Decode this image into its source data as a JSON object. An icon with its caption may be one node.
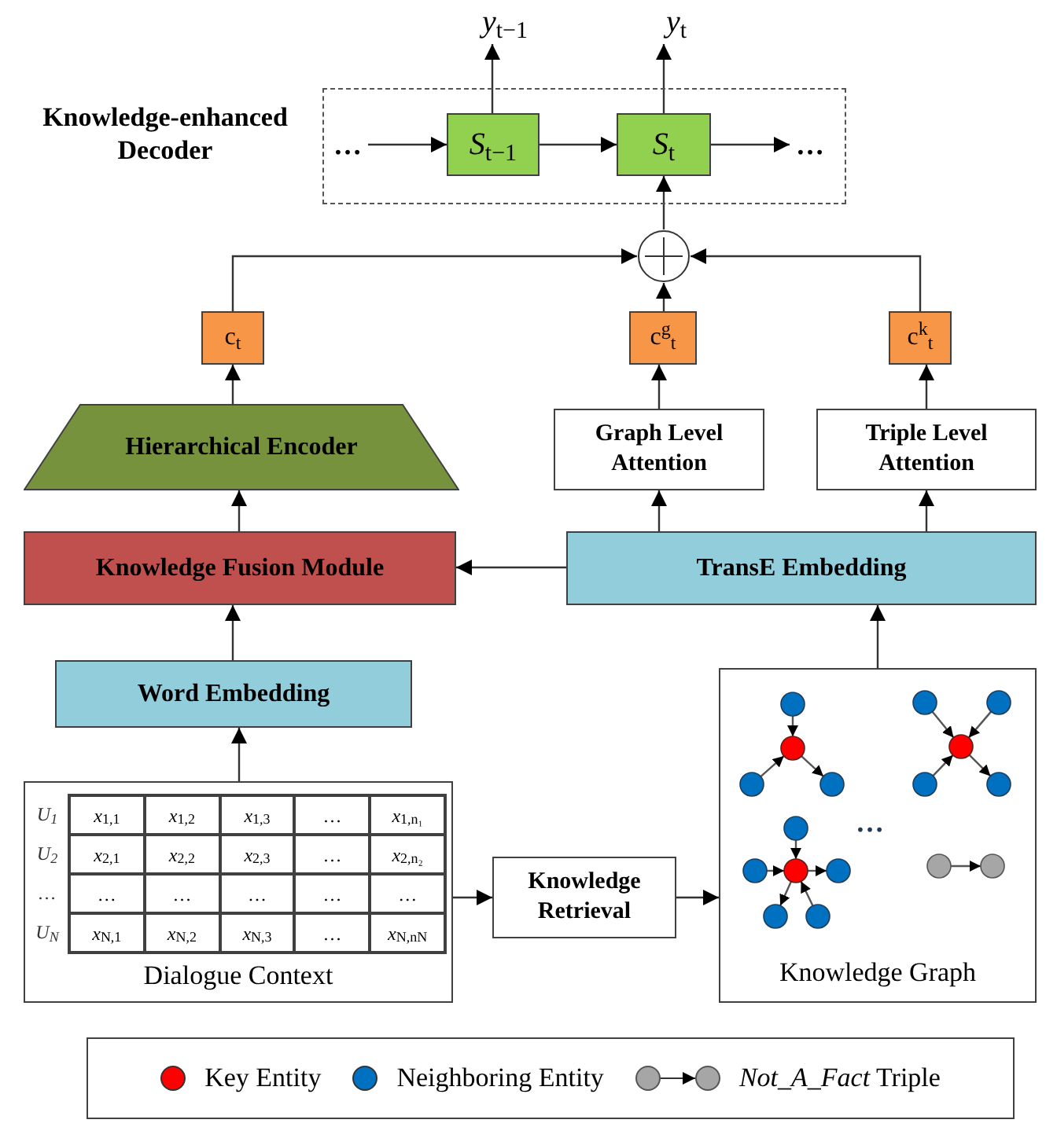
{
  "diagram": {
    "nodes": [
      {
        "text": [
          "Knowledge-enhanced Decoder"
        ]
      },
      {
        "text": [
          "…"
        ],
        "in": 0
      },
      {
        "text": [
          "*S*$_{t−1}$"
        ],
        "in": 0
      },
      {
        "text": [
          "*S*$_{t}$"
        ],
        "in": 0
      },
      {
        "text": [
          "…"
        ],
        "in": 0
      },
      {
        "text": [
          "*y*$_{t−1}$"
        ]
      },
      {
        "text": [
          "*y*$_{t}$"
        ]
      },
      {
        "text": [],
        "shape": "circle"
      },
      {
        "text": [
          "c$_{t}$"
        ]
      },
      {
        "text": [
          "c$^{g}$$_{t}$"
        ]
      },
      {
        "text": [
          "c$^{k}$$_{t}$"
        ]
      },
      {
        "text": [
          "Hierarchical Encoder"
        ]
      },
      {
        "text": [
          "Graph Level Attention"
        ]
      },
      {
        "text": [
          "Triple Level Attention"
        ]
      },
      {
        "text": [
          "Knowledge Fusion Module"
        ]
      },
      {
        "text": [
          "TransE Embedding"
        ]
      },
      {
        "text": [
          "Word Embedding"
        ]
      },
      {
        "text": [
          "Dialogue Context"
        ]
      },
      {
        "text": [
          "Knowledge Retrieval"
        ]
      },
      {
        "text": [
          "Knowledge Graph"
        ]
      }
    ],
    "edges": [
      {
        "from": 1,
        "to": 2,
        "arrow": "to"
      },
      {
        "from": 2,
        "to": 3,
        "arrow": "to"
      },
      {
        "from": 3,
        "to": 4,
        "arrow": "to"
      },
      {
        "from": 2,
        "to": 5,
        "arrow": "to"
      },
      {
        "from": 3,
        "to": 6,
        "arrow": "to"
      },
      {
        "from": 7,
        "to": 3,
        "arrow": "to"
      },
      {
        "from": 8,
        "to": 7,
        "arrow": "to"
      },
      {
        "from": 9,
        "to": 7,
        "arrow": "to"
      },
      {
        "from": 10,
        "to": 7,
        "arrow": "to"
      },
      {
        "from": 11,
        "to": 8,
        "arrow": "to"
      },
      {
        "from": 12,
        "to": 9,
        "arrow": "to"
      },
      {
        "from": 13,
        "to": 10,
        "arrow": "to"
      },
      {
        "from": 14,
        "to": 11,
        "arrow": "to"
      },
      {
        "from": 15,
        "to": 12,
        "arrow": "to"
      },
      {
        "from": 15,
        "to": 13,
        "arrow": "to"
      },
      {
        "from": 15,
        "to": 14,
        "arrow": "to"
      },
      {
        "from": 16,
        "to": 14,
        "arrow": "to"
      },
      {
        "from": 17,
        "to": 16,
        "arrow": "to"
      },
      {
        "from": 17,
        "to": 18,
        "arrow": "to"
      },
      {
        "from": 18,
        "to": 19,
        "arrow": "to"
      },
      {
        "from": 19,
        "to": 15,
        "arrow": "to"
      }
    ],
    "labels": [
      "*U*$_{1}$",
      "*x*$_{1,1}$",
      "*x*$_{1,2}$",
      "*x*$_{1,3}$",
      "…",
      "*x*$_{1,n₁}$",
      "*U*$_{2}$",
      "*x*$_{2,1}$",
      "*x*$_{2,2}$",
      "*x*$_{2,3}$",
      "…",
      "*x*$_{2,n₂}$",
      "…",
      "…",
      "…",
      "…",
      "…",
      "…",
      "*U*$_{N}$",
      "*x*$_{N,1}$",
      "*x*$_{N,2}$",
      "*x*$_{N,3}$",
      "…",
      "*x*$_{N,nN}$",
      "…"
    ],
    "legend": [
      {
        "text": "Key Entity",
        "color": "#ff0000"
      },
      {
        "text": "Neighboring Entity",
        "color": "#0070c0"
      },
      {
        "text": "*Not_A_Fact* Triple"
      }
    ]
  }
}
